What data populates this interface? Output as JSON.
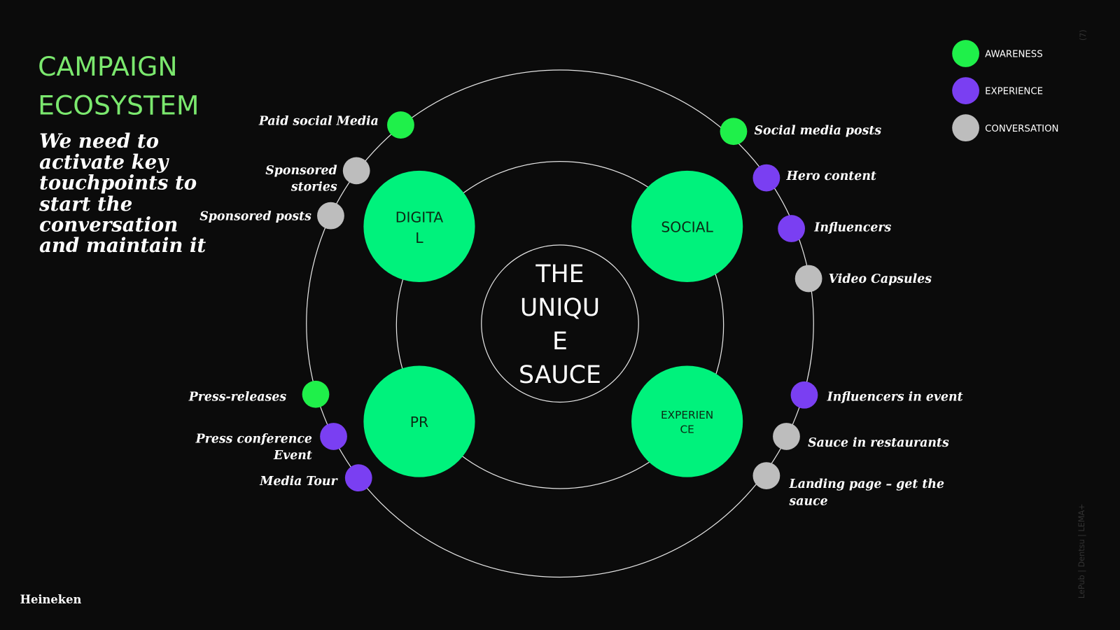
{
  "title": {
    "line1": "CAMPAIGN",
    "line2": "ECOSYSTEM"
  },
  "subtitle": [
    "We need to",
    "activate key",
    "touchpoints to",
    "start the",
    "conversation",
    "and maintain it"
  ],
  "center": [
    "THE",
    "UNIQU",
    "E",
    "SAUCE"
  ],
  "hubs": {
    "digital": [
      "DIGITA",
      "L"
    ],
    "social": [
      "SOCIAL"
    ],
    "pr": [
      "PR"
    ],
    "experience": [
      "EXPERIEN",
      "CE"
    ]
  },
  "touchpoints": {
    "paid_social": [
      "Paid social Media"
    ],
    "sponsored_stories": [
      "Sponsored",
      "stories"
    ],
    "sponsored_posts": [
      "Sponsored posts"
    ],
    "press_releases": [
      "Press-releases"
    ],
    "press_conference": [
      "Press conference",
      "Event"
    ],
    "media_tour": [
      "Media Tour"
    ],
    "social_posts": [
      "Social media posts"
    ],
    "hero_content": [
      "Hero content"
    ],
    "influencers": [
      "Influencers"
    ],
    "video_capsules": [
      "Video Capsules"
    ],
    "influencers_event": [
      "Influencers in event"
    ],
    "sauce_restaurants": [
      "Sauce in restaurants"
    ],
    "landing_page": [
      "Landing page – get the",
      "sauce"
    ]
  },
  "legend": {
    "awareness": "AWARENESS",
    "experience": "EXPERIENCE",
    "conversation": "CONVERSATION"
  },
  "colors": {
    "awareness": "#1ff04a",
    "experience": "#7a3ff2",
    "conversation": "#bdbdbd",
    "hub": "#00f27c",
    "title": "#7be86e"
  },
  "footer": {
    "brand": "Heineken",
    "page": "(7)",
    "credits": "LePub | Dentsu | LEMA+"
  }
}
